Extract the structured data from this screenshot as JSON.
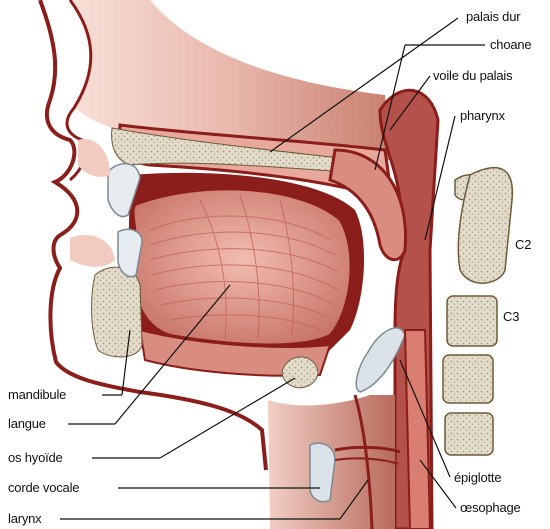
{
  "diagram": {
    "labels_right": {
      "palais_dur": "palais dur",
      "choane": "choane",
      "voile_du_palais": "voile du palais",
      "pharynx": "pharynx",
      "c2": "C2",
      "c3": "C3",
      "epiglotte": "épiglotte",
      "oesophage": "œsophage"
    },
    "labels_left": {
      "mandibule": "mandibule",
      "langue": "langue",
      "os_hyoide": "os hyoïde",
      "corde_vocale": "corde vocale",
      "larynx": "larynx"
    }
  }
}
